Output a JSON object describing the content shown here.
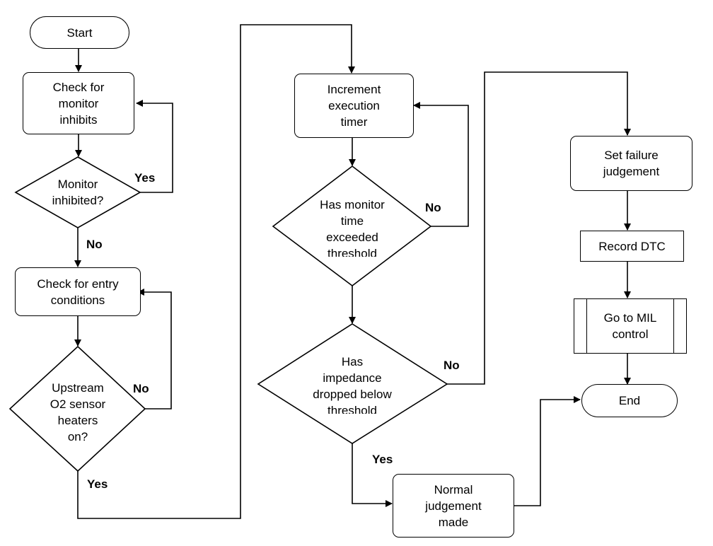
{
  "nodes": {
    "start": "Start",
    "check_inhibits": "Check for\nmonitor\ninhibits",
    "monitor_inhibited": "Monitor\ninhibited?",
    "check_entry": "Check for entry\nconditions",
    "o2_heaters": "Upstream\nO2 sensor\nheaters\non?",
    "increment_timer": "Increment\nexecution\ntimer",
    "monitor_time": "Has monitor\ntime\nexceeded\nthreshold",
    "impedance": "Has\nimpedance\ndropped below\nthreshold",
    "normal_judgement": "Normal\njudgement\nmade",
    "set_failure": "Set failure\njudgement",
    "record_dtc": "Record DTC",
    "mil_control": "Go to MIL\ncontrol",
    "end": "End"
  },
  "edge_labels": {
    "inhibited_yes": "Yes",
    "inhibited_no": "No",
    "heaters_no": "No",
    "heaters_yes": "Yes",
    "time_no": "No",
    "impedance_no": "No",
    "impedance_yes": "Yes"
  }
}
